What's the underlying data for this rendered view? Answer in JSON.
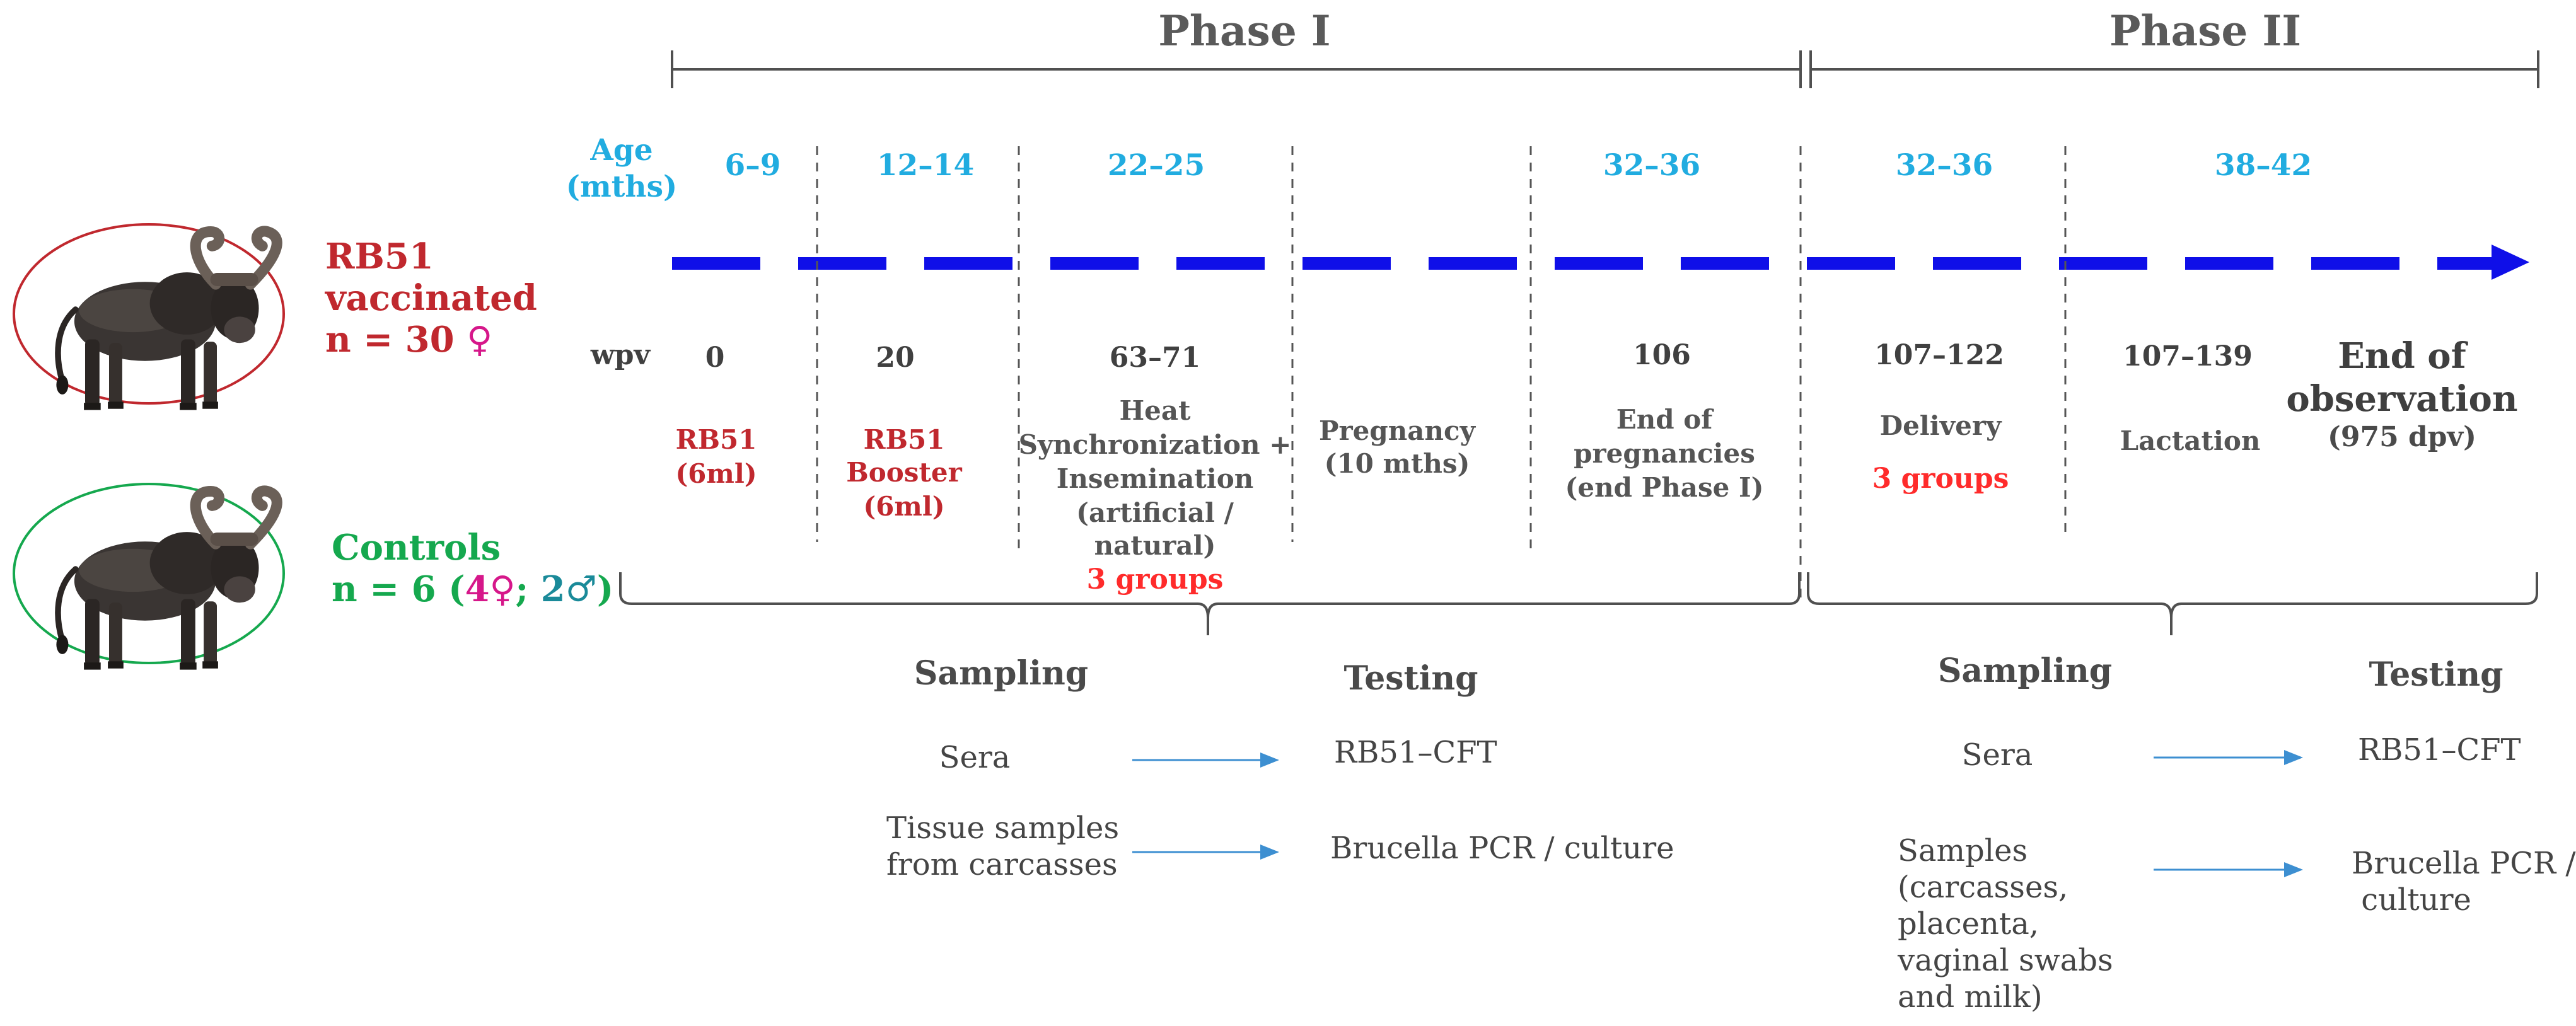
{
  "phases": {
    "phase1": "Phase I",
    "phase2": "Phase II"
  },
  "groups": {
    "vaccinated": {
      "line1": "RB51",
      "line2": "vaccinated",
      "n_label": "n = 30 ",
      "female_symbol": "♀"
    },
    "controls": {
      "line1": "Controls",
      "n_label": "n = 6 (",
      "female_count": "4♀",
      "separator": "; ",
      "male_count": "2♂",
      "close": ")"
    }
  },
  "age": {
    "label_line1": "Age",
    "label_line2": "(mths)",
    "values": [
      "6–9",
      "12–14",
      "22–25",
      "32–36",
      "32–36",
      "38–42"
    ]
  },
  "wpv": {
    "label": "wpv",
    "values": [
      "0",
      "20",
      "63–71",
      "106",
      "107–122",
      "107–139"
    ]
  },
  "events": {
    "rb51": [
      "RB51",
      "(6ml)"
    ],
    "booster": [
      "RB51",
      "Booster",
      "(6ml)"
    ],
    "insemination": [
      "Heat",
      "Synchronization +",
      "Insemination",
      "(artificial /",
      "natural)"
    ],
    "insemination_groups": "3 groups",
    "pregnancy": [
      "Pregnancy",
      "(10 mths)"
    ],
    "end_pregnancies": [
      "End of",
      "pregnancies",
      "(end Phase I)"
    ],
    "delivery": "Delivery",
    "delivery_groups": "3 groups",
    "lactation": "Lactation",
    "end_observation": [
      "End of",
      "observation"
    ],
    "end_observation_sub": "(975 dpv)"
  },
  "phase1_panel": {
    "sampling_title": "Sampling",
    "testing_title": "Testing",
    "rows": [
      {
        "sample": [
          "Sera"
        ],
        "test": [
          "RB51–CFT"
        ]
      },
      {
        "sample": [
          "Tissue samples",
          "from carcasses"
        ],
        "test": [
          "Brucella PCR / culture"
        ]
      }
    ]
  },
  "phase2_panel": {
    "sampling_title": "Sampling",
    "testing_title": "Testing",
    "rows": [
      {
        "sample": [
          "Sera"
        ],
        "test": [
          "RB51–CFT"
        ]
      },
      {
        "sample": [
          "Samples",
          "(carcasses,",
          "placenta,",
          "vaginal swabs",
          "and milk)"
        ],
        "test": [
          "Brucella PCR /",
          " culture"
        ]
      }
    ]
  },
  "colors": {
    "timeline_arrow": "#0f0fe8",
    "age_text": "#21ace0",
    "vaccinated_red": "#c0282e",
    "controls_green": "#15a84e",
    "female_symbol": "#d6178a",
    "male_symbol": "#1a8a99",
    "groups_red": "#ff2b2b",
    "sampling_arrow": "#3d8fd1"
  },
  "icons": {
    "animal": "buffalo-icon"
  }
}
